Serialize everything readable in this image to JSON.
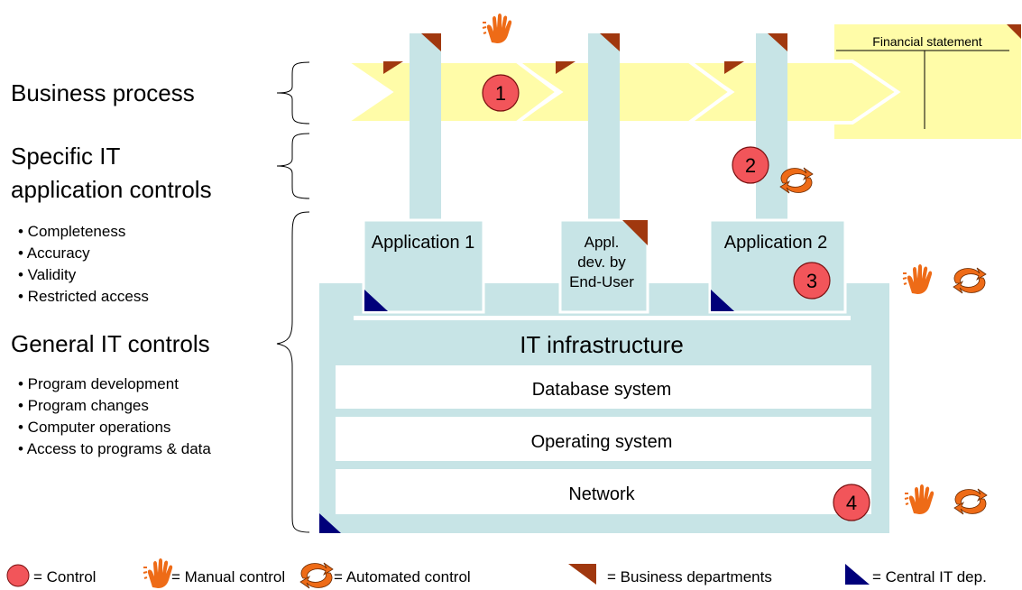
{
  "left_labels": {
    "business_process": "Business process",
    "app_controls_line1": "Specific IT",
    "app_controls_line2": "application controls",
    "app_controls_bullets": [
      "• Completeness",
      "• Accuracy",
      "• Validity",
      "• Restricted access"
    ],
    "general_controls": "General IT controls",
    "general_controls_bullets": [
      "• Program development",
      "• Program changes",
      "• Computer operations",
      "• Access to programs & data"
    ]
  },
  "financial_statement": "Financial statement",
  "applications": {
    "app1": "Application 1",
    "enduser_line1": "Appl.",
    "enduser_line2": "dev. by",
    "enduser_line3": "End-User",
    "app2": "Application 2"
  },
  "infrastructure": {
    "title": "IT infrastructure",
    "layers": [
      "Database system",
      "Operating system",
      "Network"
    ]
  },
  "controls": [
    "1",
    "2",
    "3",
    "4"
  ],
  "legend": {
    "control": "= Control",
    "manual": "= Manual control",
    "automated": "= Automated control",
    "business": "= Business departments",
    "central_it": "= Central IT dep."
  },
  "colors": {
    "light_blue": "#C7E4E6",
    "light_yellow": "#FFFCA8",
    "control_red": "#F2555A",
    "brown": "#A0380F",
    "navy": "#00007A",
    "orange": "#EE6B17"
  }
}
